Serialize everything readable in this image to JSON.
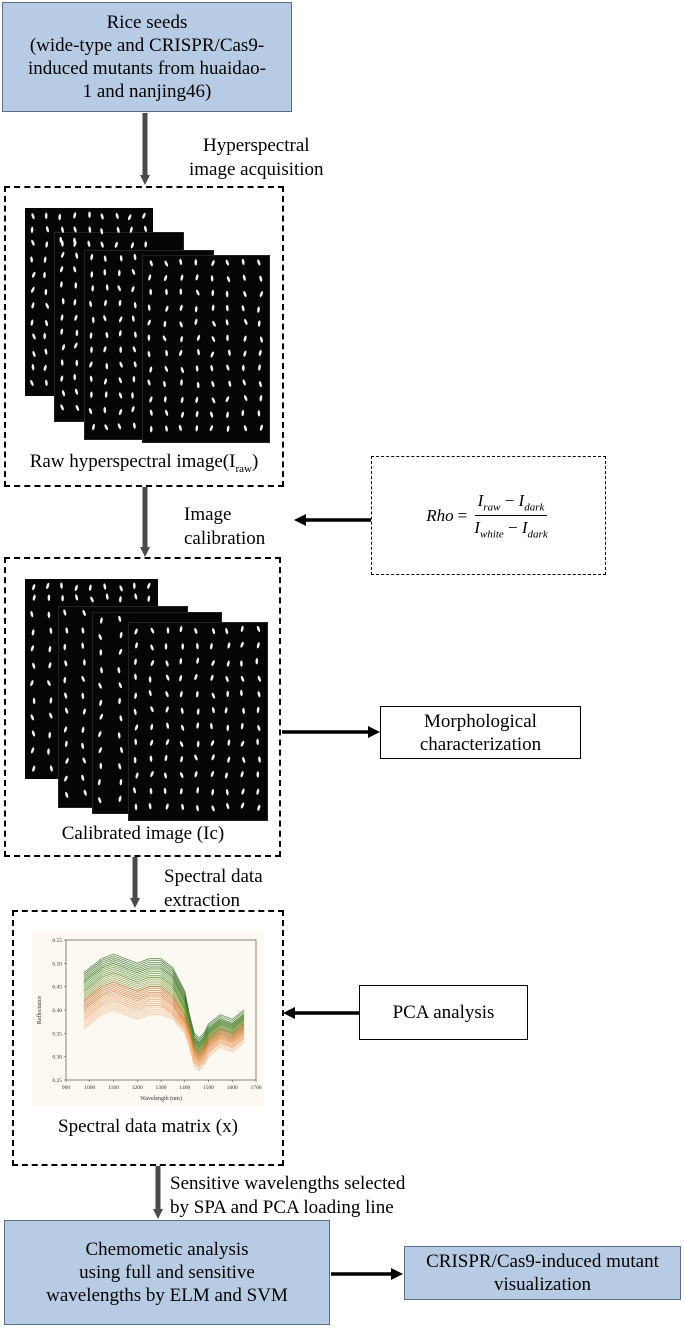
{
  "top_box": {
    "lines": [
      "Rice seeds",
      "(wide-type and CRISPR/Cas9-",
      "induced mutants from huaidao-",
      "1 and nanjing46)"
    ]
  },
  "step1_label": {
    "lines": [
      "Hyperspectral",
      "image acquisition"
    ]
  },
  "raw_box": {
    "caption_main": "Raw hyperspectral image(I",
    "caption_sub": "raw",
    "caption_end": ")"
  },
  "calibration_label": {
    "lines": [
      "Image",
      "calibration"
    ]
  },
  "formula": {
    "lhs": "Rho",
    "eq": "=",
    "num_a": "I",
    "num_a_sub": "raw",
    "minus1": "−",
    "num_b": "I",
    "num_b_sub": "dark",
    "den_a": "I",
    "den_a_sub": "white",
    "minus2": "−",
    "den_b": "I",
    "den_b_sub": "dark"
  },
  "calibrated_box": {
    "caption": "Calibrated image (Ic)"
  },
  "morph_box": {
    "lines": [
      "Morphological",
      "characterization"
    ]
  },
  "extraction_label": {
    "lines": [
      "Spectral data",
      "extraction"
    ]
  },
  "spectral_box": {
    "caption": "Spectral data matrix (x)"
  },
  "pca_box": {
    "label": "PCA analysis"
  },
  "sensitive_label": {
    "lines": [
      "Sensitive wavelengths selected",
      "by SPA and PCA loading line"
    ]
  },
  "chemo_box": {
    "lines": [
      "Chemometic analysis",
      "using full and sensitive",
      "wavelengths by ELM and SVM"
    ]
  },
  "viz_box": {
    "lines": [
      "CRISPR/Cas9-induced mutant",
      "visualization"
    ]
  },
  "chart_data": {
    "type": "line",
    "xlabel": "Wavelength (nm)",
    "ylabel": "Reflectance",
    "xlim": [
      900,
      1700
    ],
    "ylim": [
      0.25,
      0.55
    ],
    "xticks": [
      900,
      1000,
      1100,
      1200,
      1300,
      1400,
      1500,
      1600,
      1700
    ],
    "yticks": [
      0.25,
      0.3,
      0.35,
      0.4,
      0.45,
      0.5,
      0.55
    ],
    "grid": false,
    "x": [
      975,
      1000,
      1050,
      1100,
      1150,
      1200,
      1250,
      1300,
      1350,
      1400,
      1420,
      1440,
      1460,
      1480,
      1500,
      1550,
      1600,
      1650
    ],
    "series": [
      {
        "color": "#2e6b1f",
        "values": [
          0.47,
          0.48,
          0.5,
          0.51,
          0.5,
          0.49,
          0.5,
          0.5,
          0.48,
          0.43,
          0.38,
          0.34,
          0.33,
          0.34,
          0.36,
          0.38,
          0.37,
          0.39
        ]
      },
      {
        "color": "#4f8a2e",
        "values": [
          0.45,
          0.46,
          0.48,
          0.49,
          0.48,
          0.47,
          0.48,
          0.48,
          0.46,
          0.41,
          0.37,
          0.33,
          0.32,
          0.33,
          0.35,
          0.37,
          0.36,
          0.38
        ]
      },
      {
        "color": "#7a9a3a",
        "values": [
          0.43,
          0.44,
          0.46,
          0.47,
          0.46,
          0.45,
          0.46,
          0.46,
          0.44,
          0.4,
          0.36,
          0.32,
          0.31,
          0.32,
          0.34,
          0.36,
          0.35,
          0.37
        ]
      },
      {
        "color": "#c8702a",
        "values": [
          0.41,
          0.42,
          0.44,
          0.45,
          0.44,
          0.43,
          0.44,
          0.44,
          0.42,
          0.38,
          0.35,
          0.31,
          0.3,
          0.31,
          0.33,
          0.35,
          0.34,
          0.36
        ]
      },
      {
        "color": "#e89a5c",
        "values": [
          0.39,
          0.4,
          0.42,
          0.43,
          0.42,
          0.41,
          0.42,
          0.42,
          0.4,
          0.37,
          0.34,
          0.3,
          0.29,
          0.3,
          0.32,
          0.34,
          0.33,
          0.35
        ]
      },
      {
        "color": "#f2b98a",
        "values": [
          0.37,
          0.38,
          0.4,
          0.41,
          0.4,
          0.39,
          0.4,
          0.4,
          0.39,
          0.36,
          0.33,
          0.29,
          0.28,
          0.29,
          0.31,
          0.33,
          0.32,
          0.34
        ]
      }
    ]
  },
  "colors": {
    "box_fill": "#b7cce4",
    "box_border": "#5a6f88",
    "arrow_gray": "#4a4a4a",
    "arrow_black": "#000000"
  }
}
